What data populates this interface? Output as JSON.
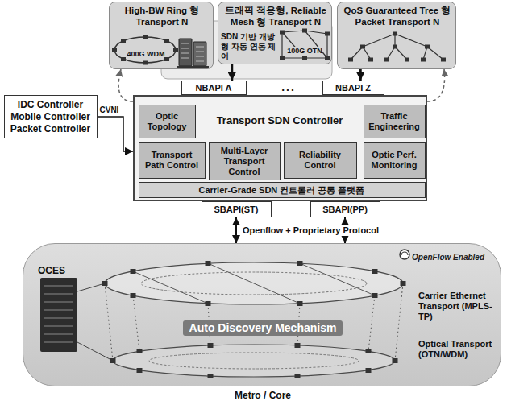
{
  "diagram": {
    "nodes": [
      {
        "text": [
          "High-BW Ring 형 Transport N"
        ]
      },
      {
        "text": [
          "트래픽 적응형, Reliable Mesh 형 Transport N"
        ]
      },
      {
        "text": [
          "QoS Guaranteed Tree 형 Packet Transport N"
        ]
      },
      {
        "text": [
          "NBAPI A"
        ]
      },
      {
        "text": [
          "NBAPI Z"
        ]
      },
      {
        "text": [
          "IDC Controller",
          "Mobile Controller",
          "Packet Controller"
        ]
      },
      {
        "text": [
          "Transport SDN Controller"
        ]
      },
      {
        "text": [
          "Optic Topology"
        ],
        "in": 6
      },
      {
        "text": [
          "Traffic Engineering"
        ],
        "in": 6
      },
      {
        "text": [
          "Transport Path Control"
        ],
        "in": 6
      },
      {
        "text": [
          "Multi-Layer Transport Control"
        ],
        "in": 6
      },
      {
        "text": [
          "Reliability Control"
        ],
        "in": 6
      },
      {
        "text": [
          "Optic Perf. Monitoring"
        ],
        "in": 6
      },
      {
        "text": [
          "Carrier-Grade SDN 컨트롤러 공통 플랫폼"
        ],
        "in": 6
      },
      {
        "text": [
          "SBAPI(ST)"
        ]
      },
      {
        "text": [
          "SBAPI(PP)"
        ]
      },
      {
        "text": [
          "OCES",
          "Carrier Ethernet Transport (MPLS-TP)",
          "Auto Discovery Mechanism",
          "Optical Transport (OTN/WDM)",
          "Metro / Core"
        ]
      }
    ],
    "edges": [
      {
        "from": 1,
        "to": 3,
        "arrow": "to"
      },
      {
        "from": 2,
        "to": 4,
        "arrow": "to"
      },
      {
        "from": 5,
        "to": 6,
        "label": "CVNI",
        "arrow": "to"
      },
      {
        "from": 6,
        "to": 0,
        "arrow": "to"
      },
      {
        "from": 6,
        "to": 2,
        "arrow": "to"
      },
      {
        "from": 14,
        "to": 16,
        "arrow": "both"
      },
      {
        "from": 15,
        "to": 16,
        "arrow": "both"
      }
    ],
    "labels": [
      "400G WDM",
      "SDN 기반 개방형 자동 연동 제어",
      "100G OTN",
      "...",
      "Openflow + Proprietary Protocol",
      "OpenFlow Enabled"
    ]
  }
}
